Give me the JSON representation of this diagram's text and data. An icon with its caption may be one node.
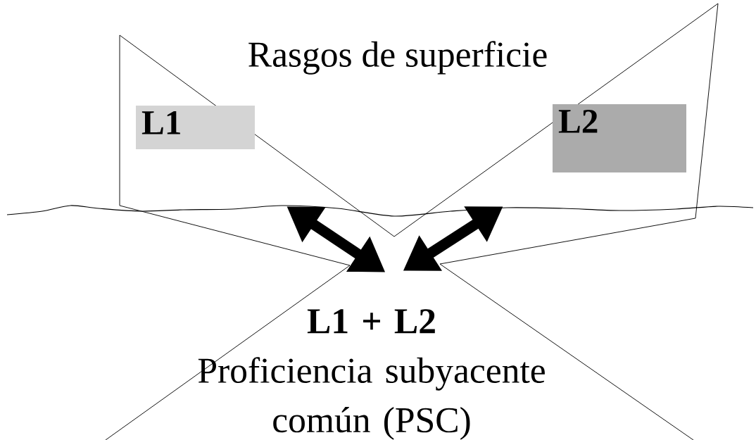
{
  "diagram": {
    "title": "Rasgos de superficie",
    "nodes": [
      {
        "text": [],
        "shape": "triangle"
      },
      {
        "text": [
          "L1"
        ],
        "in": 0
      },
      {
        "text": [],
        "shape": "triangle"
      },
      {
        "text": [
          "L2"
        ],
        "in": 2
      },
      {
        "text": [
          "L1 + L2",
          "Proficiencia subyacente común (PSC)"
        ]
      }
    ],
    "edges": [
      {
        "from": 0,
        "to": 4,
        "arrow": "both"
      },
      {
        "from": 2,
        "to": 4,
        "arrow": "both"
      }
    ]
  }
}
